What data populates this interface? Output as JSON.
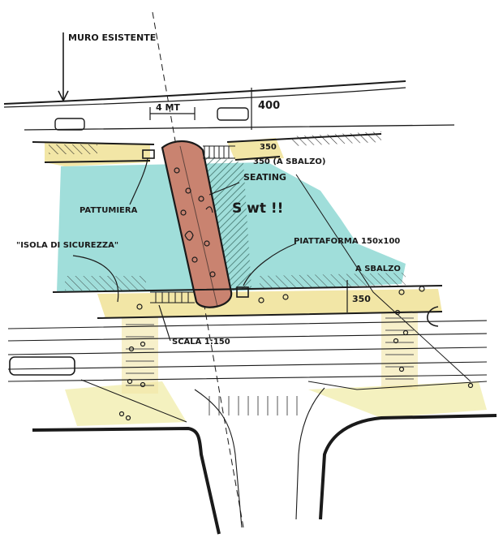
{
  "labels": {
    "muro": "MURO ESISTENTE",
    "w4mt": "4 MT",
    "dim400": "400",
    "dim350_top": "350",
    "sbalzo_top": "350 (A SBALZO)",
    "seating": "SEATING",
    "swt": "S wt !!",
    "pattumiera": "PATTUMIERA",
    "isola": "\"ISOLA DI SICUREZZA\"",
    "piattaforma": "PIATTAFORMA 150x100",
    "sbalzo_bottom": "A SBALZO",
    "dim350_bottom": "350",
    "scala": "SCALA 1:150"
  },
  "colors": {
    "water": "#8fd8d4",
    "bank": "#f2e6a6",
    "bridge": "#c98370",
    "ink": "#1a1a1a",
    "ground": "#f3f0b8"
  }
}
